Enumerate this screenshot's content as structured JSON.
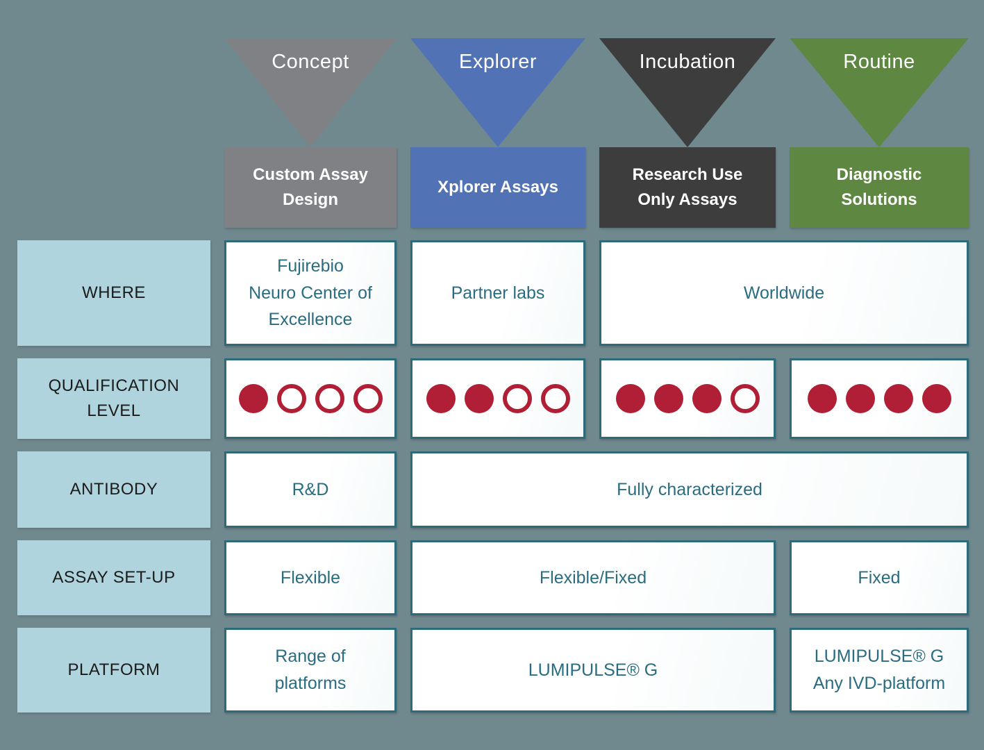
{
  "background_color": "#70898F",
  "palette": {
    "concept_gray": "#7F8184",
    "explorer_blue": "#5173B6",
    "incubation_dark": "#3D3D3D",
    "routine_green": "#5E8742",
    "label_light_blue": "#AFD4DD",
    "cell_border_teal": "#2E6B7A",
    "cell_text_teal": "#2A6C80",
    "dot_red": "#B01F35"
  },
  "columns": [
    {
      "stage": "Concept",
      "product": "Custom Assay\nDesign",
      "color": "#7F8184"
    },
    {
      "stage": "Explorer",
      "product": "Xplorer Assays",
      "color": "#5173B6"
    },
    {
      "stage": "Incubation",
      "product": "Research Use\nOnly Assays",
      "color": "#3D3D3D"
    },
    {
      "stage": "Routine",
      "product": "Diagnostic\nSolutions",
      "color": "#5E8742"
    }
  ],
  "rows": {
    "where": {
      "label": "WHERE",
      "cells": [
        "Fujirebio\nNeuro Center of\nExcellence",
        "Partner labs",
        "Worldwide"
      ]
    },
    "qualification": {
      "label": "QUALIFICATION LEVEL",
      "dot_color": "#B01F35",
      "cells": [
        {
          "filled": 1,
          "total": 4
        },
        {
          "filled": 2,
          "total": 4
        },
        {
          "filled": 3,
          "total": 4
        },
        {
          "filled": 4,
          "total": 4
        }
      ]
    },
    "antibody": {
      "label": "ANTIBODY",
      "cells": [
        "R&D",
        "Fully characterized"
      ]
    },
    "assay_setup": {
      "label": "ASSAY SET-UP",
      "cells": [
        "Flexible",
        "Flexible/Fixed",
        "Fixed"
      ]
    },
    "platform": {
      "label": "PLATFORM",
      "cells": [
        "Range of\nplatforms",
        "LUMIPULSE® G",
        "LUMIPULSE® G\nAny IVD-platform"
      ]
    }
  }
}
